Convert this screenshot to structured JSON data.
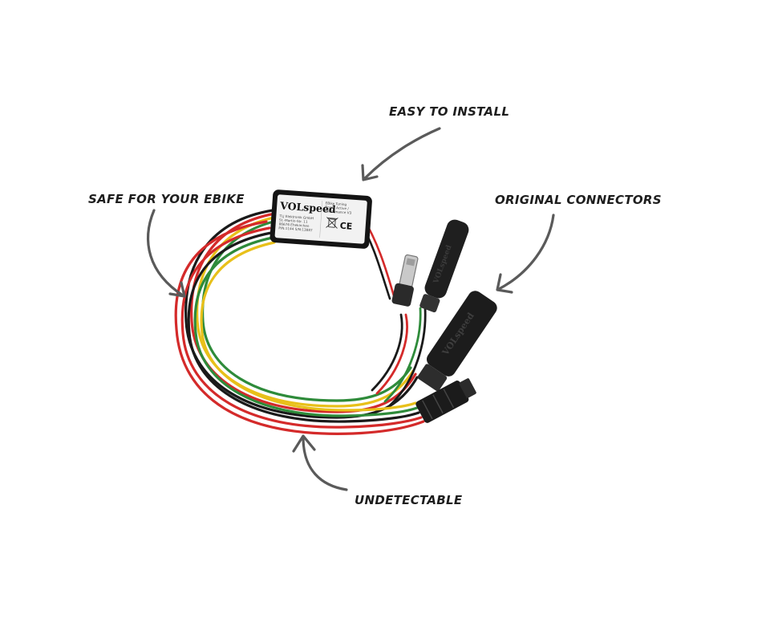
{
  "callouts": {
    "easy_to_install": "EASY TO INSTALL",
    "safe_for_ebike": "SAFE FOR YOUR EBIKE",
    "original_connectors": "ORIGINAL CONNECTORS",
    "undetectable": "UNDETECTABLE"
  },
  "module": {
    "brand": "VOLspeed",
    "right_text": [
      "EBike Tuning",
      "Bosch Active /",
      "Performance V3"
    ],
    "address_lines": [
      "TLJ Elektronik GmbH",
      "St.-Martin-Str. 11",
      "86676 Ehekirchen",
      "P/N:1144    S/N:13887"
    ],
    "ce_mark": "CE"
  },
  "connector_brand": "VOLspeed",
  "colors": {
    "background": "#ffffff",
    "text": "#1e1e1e",
    "arrow": "#5a5a5a",
    "module_body": "#141414",
    "module_label": "#f2f2f2",
    "wire_red": "#d42a2a",
    "wire_green": "#2e8b3a",
    "wire_yellow": "#e8c01a",
    "wire_black": "#1a1a1a"
  },
  "icons": [
    "weee-bin-icon",
    "ce-mark-icon",
    "arrow-icon"
  ]
}
